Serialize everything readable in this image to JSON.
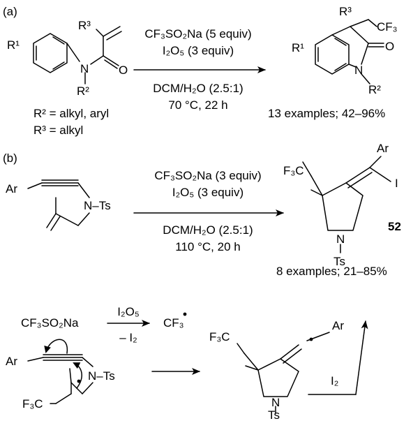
{
  "panel_a": {
    "label": "(a)",
    "reagent_1": "CF₃SO₂Na (5 equiv)",
    "reagent_2": "I₂O₅ (3 equiv)",
    "solvent": "DCM/H₂O (2.5:1)",
    "conditions": "70 °C, 22 h",
    "r2_def": "R² = alkyl, aryl",
    "r3_def": "R³ = alkyl",
    "scope": "13 examples; 42–96%",
    "atoms": {
      "r1": "R¹",
      "r2": "R²",
      "r3": "R³",
      "n": "N",
      "o": "O",
      "cf3": "CF₃",
      "prod_r1": "R¹",
      "prod_r2": "R²",
      "prod_r3": "R³",
      "prod_n": "N",
      "prod_o": "O",
      "prod_cf3": "CF₃"
    }
  },
  "panel_b": {
    "label": "(b)",
    "reagent_1": "CF₃SO₂Na (3 equiv)",
    "reagent_2": "I₂O₅ (3 equiv)",
    "solvent": "DCM/H₂O (2.5:1)",
    "conditions": "110 °C, 20 h",
    "compound_number": "52",
    "scope": "8 examples; 21–85%",
    "atoms": {
      "ar": "Ar",
      "n_ts": "N–Ts",
      "prod_f3c": "F₃C",
      "prod_ar": "Ar",
      "prod_i": "I",
      "prod_n": "N",
      "prod_ts": "Ts"
    }
  },
  "mechanism": {
    "start_reagent": "CF₃SO₂Na",
    "oxidant": "I₂O₅",
    "byproduct": "– I₂",
    "radical": "CF₃",
    "iodine": "I₂",
    "atoms": {
      "ar": "Ar",
      "n_ts": "N–Ts",
      "f3c": "F₃C",
      "int_f3c": "F₃C",
      "int_ar": "Ar",
      "int_n": "N",
      "int_ts": "Ts"
    }
  }
}
